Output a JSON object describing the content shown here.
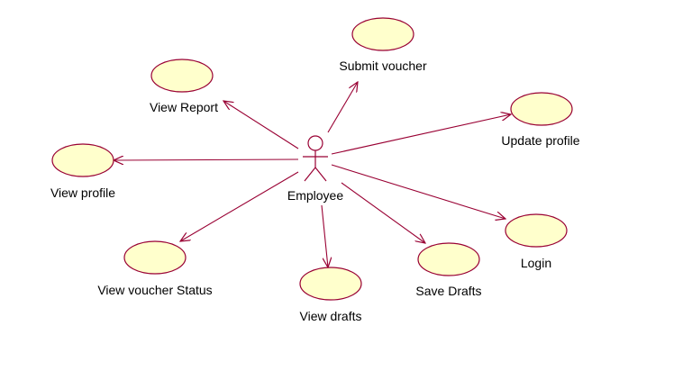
{
  "colors": {
    "line": "#990033",
    "usecase_fill": "#ffffcc",
    "background": "#ffffff",
    "text": "#000000"
  },
  "actor": {
    "name": "Employee"
  },
  "use_cases": [
    {
      "id": "submit-voucher",
      "label": "Submit voucher"
    },
    {
      "id": "view-report",
      "label": "View Report"
    },
    {
      "id": "update-profile",
      "label": "Update profile"
    },
    {
      "id": "view-profile",
      "label": "View profile"
    },
    {
      "id": "login",
      "label": "Login"
    },
    {
      "id": "view-voucher-status",
      "label": "View voucher Status"
    },
    {
      "id": "save-drafts",
      "label": "Save Drafts"
    },
    {
      "id": "view-drafts",
      "label": "View drafts"
    }
  ]
}
